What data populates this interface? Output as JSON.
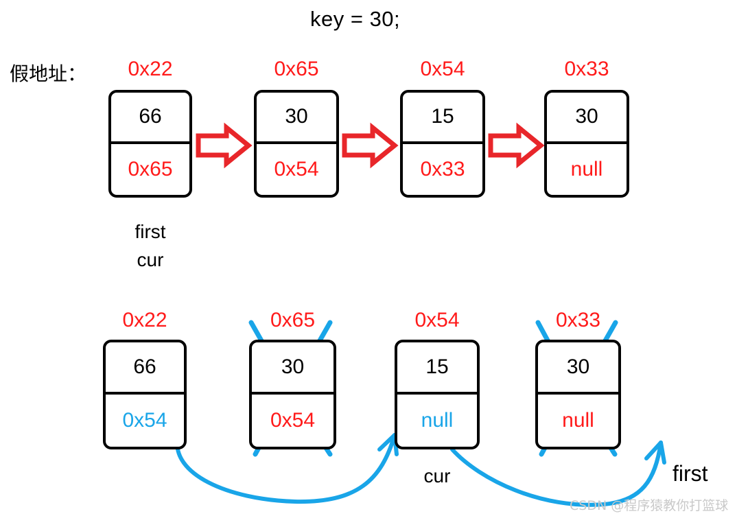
{
  "title": "key = 30;",
  "address_label": "假地址：",
  "colors": {
    "address_red": "#ff1a1a",
    "node_border": "#000000",
    "arrow_red": "#e8262a",
    "edit_blue": "#19a5e8",
    "watermark_gray": "#c9c9c9"
  },
  "rows": [
    {
      "name": "before-deletion",
      "nodes": [
        {
          "address": "0x22",
          "value": "66",
          "next": "0x65",
          "next_color": "red",
          "struck": false
        },
        {
          "address": "0x65",
          "value": "30",
          "next": "0x54",
          "next_color": "red",
          "struck": false
        },
        {
          "address": "0x54",
          "value": "15",
          "next": "0x33",
          "next_color": "red",
          "struck": false
        },
        {
          "address": "0x33",
          "value": "30",
          "next": "null",
          "next_color": "red",
          "struck": false
        }
      ],
      "pointer_labels": [
        "first",
        "cur"
      ]
    },
    {
      "name": "after-deletion",
      "nodes": [
        {
          "address": "0x22",
          "value": "66",
          "next": "0x54",
          "next_color": "blue",
          "struck": false
        },
        {
          "address": "0x65",
          "value": "30",
          "next": "0x54",
          "next_color": "red",
          "struck": true
        },
        {
          "address": "0x54",
          "value": "15",
          "next": "null",
          "next_color": "blue",
          "struck": false
        },
        {
          "address": "0x33",
          "value": "30",
          "next": "null",
          "next_color": "red",
          "struck": true
        }
      ],
      "pointer_labels": [
        "cur",
        "first"
      ]
    }
  ],
  "watermark": "CSDN @程序猿教你打篮球"
}
